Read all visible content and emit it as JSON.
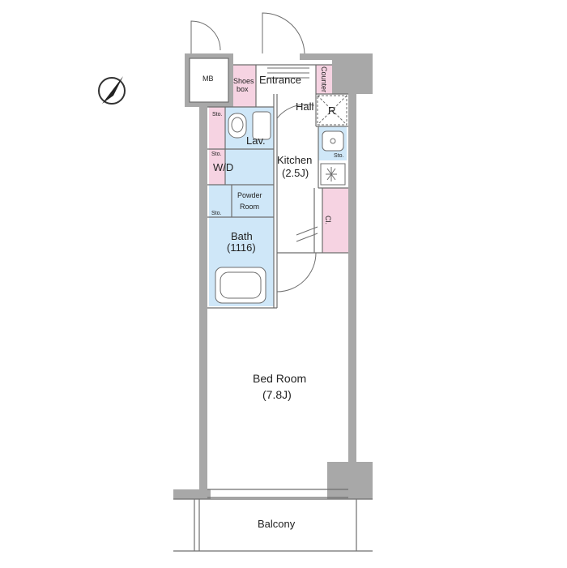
{
  "colors": {
    "wall": "#a8a8a8",
    "line": "#6e6e6e",
    "wet_area": "#cfe7f8",
    "storage": "#f6d3e2",
    "background": "#ffffff"
  },
  "icons": {
    "compass": "north-arrow-icon",
    "toilet": "toilet-icon",
    "basin": "wash-basin-icon",
    "bathtub": "bathtub-icon",
    "sink": "kitchen-sink-icon",
    "stove": "stove-icon"
  },
  "rooms": {
    "mb": "MB",
    "shoes_box_1": "Shoes",
    "shoes_box_2": "box",
    "entrance": "Entrance",
    "counter": "Counter",
    "hall": "Hall",
    "refrigerator": "R",
    "storage_1": "Sto.",
    "storage_2": "Sto.",
    "storage_3": "Sto.",
    "storage_kitchen": "Sto.",
    "lav": "Lav.",
    "wd": "W/D",
    "powder_1": "Powder",
    "powder_2": "Room",
    "bath": "Bath",
    "bath_size": "(1116)",
    "kitchen": "Kitchen",
    "kitchen_size": "(2.5J)",
    "closet": "Cl.",
    "bedroom": "Bed Room",
    "bedroom_size": "(7.8J)",
    "balcony": "Balcony"
  }
}
